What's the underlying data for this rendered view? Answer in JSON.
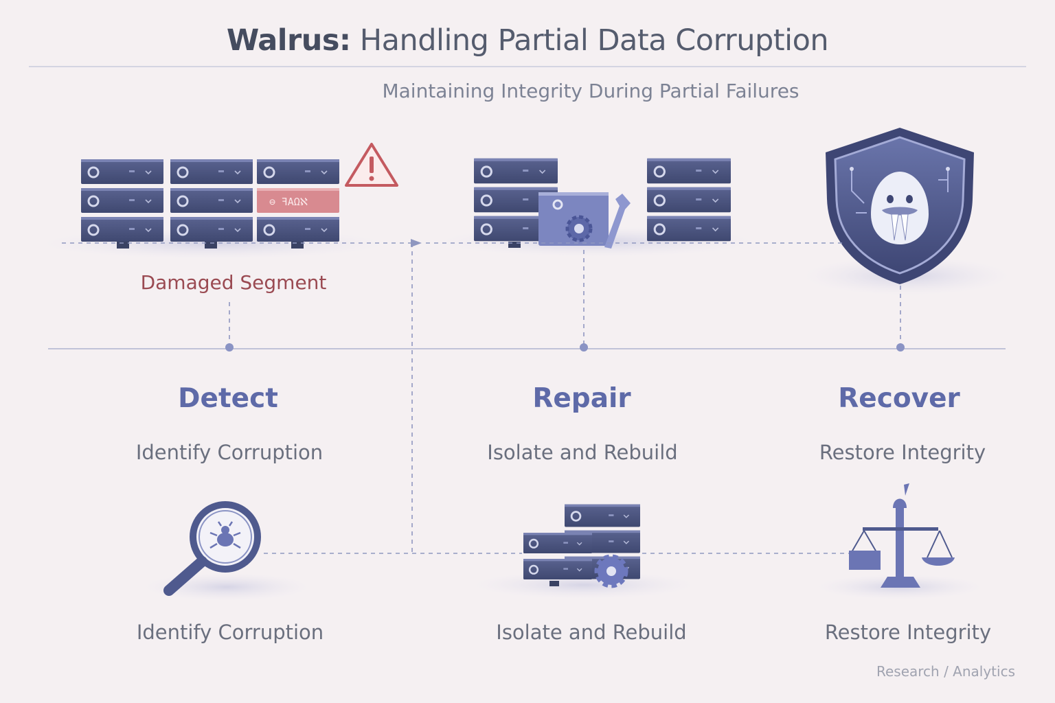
{
  "header": {
    "title_brand": "Walrus:",
    "title_rest": "Handling Partial Data Corruption",
    "subtitle": "Maintaining Integrity During Partial Failures"
  },
  "damaged_segment": {
    "label": "Damaged Segment",
    "corrupted_text": "⊖ ꟻΑΩℵ"
  },
  "stages": [
    {
      "title": "Detect",
      "subtitle": "Identify Corruption",
      "bottom_label": "Identify Corruption",
      "icon": "magnifier-icon"
    },
    {
      "title": "Repair",
      "subtitle": "Isolate and Rebuild",
      "bottom_label": "Isolate and Rebuild",
      "icon": "server-gear-icon"
    },
    {
      "title": "Recover",
      "subtitle": "Restore Integrity",
      "bottom_label": "Restore Integrity",
      "icon": "balance-scale-icon"
    }
  ],
  "footer": "Research / Analytics",
  "colors": {
    "background": "#f5f0f2",
    "accent": "#5e6aa8",
    "server_dark": "#4a5378",
    "server_mid": "#6b75a8",
    "damaged": "#d88a90",
    "warning": "#c45a60"
  }
}
